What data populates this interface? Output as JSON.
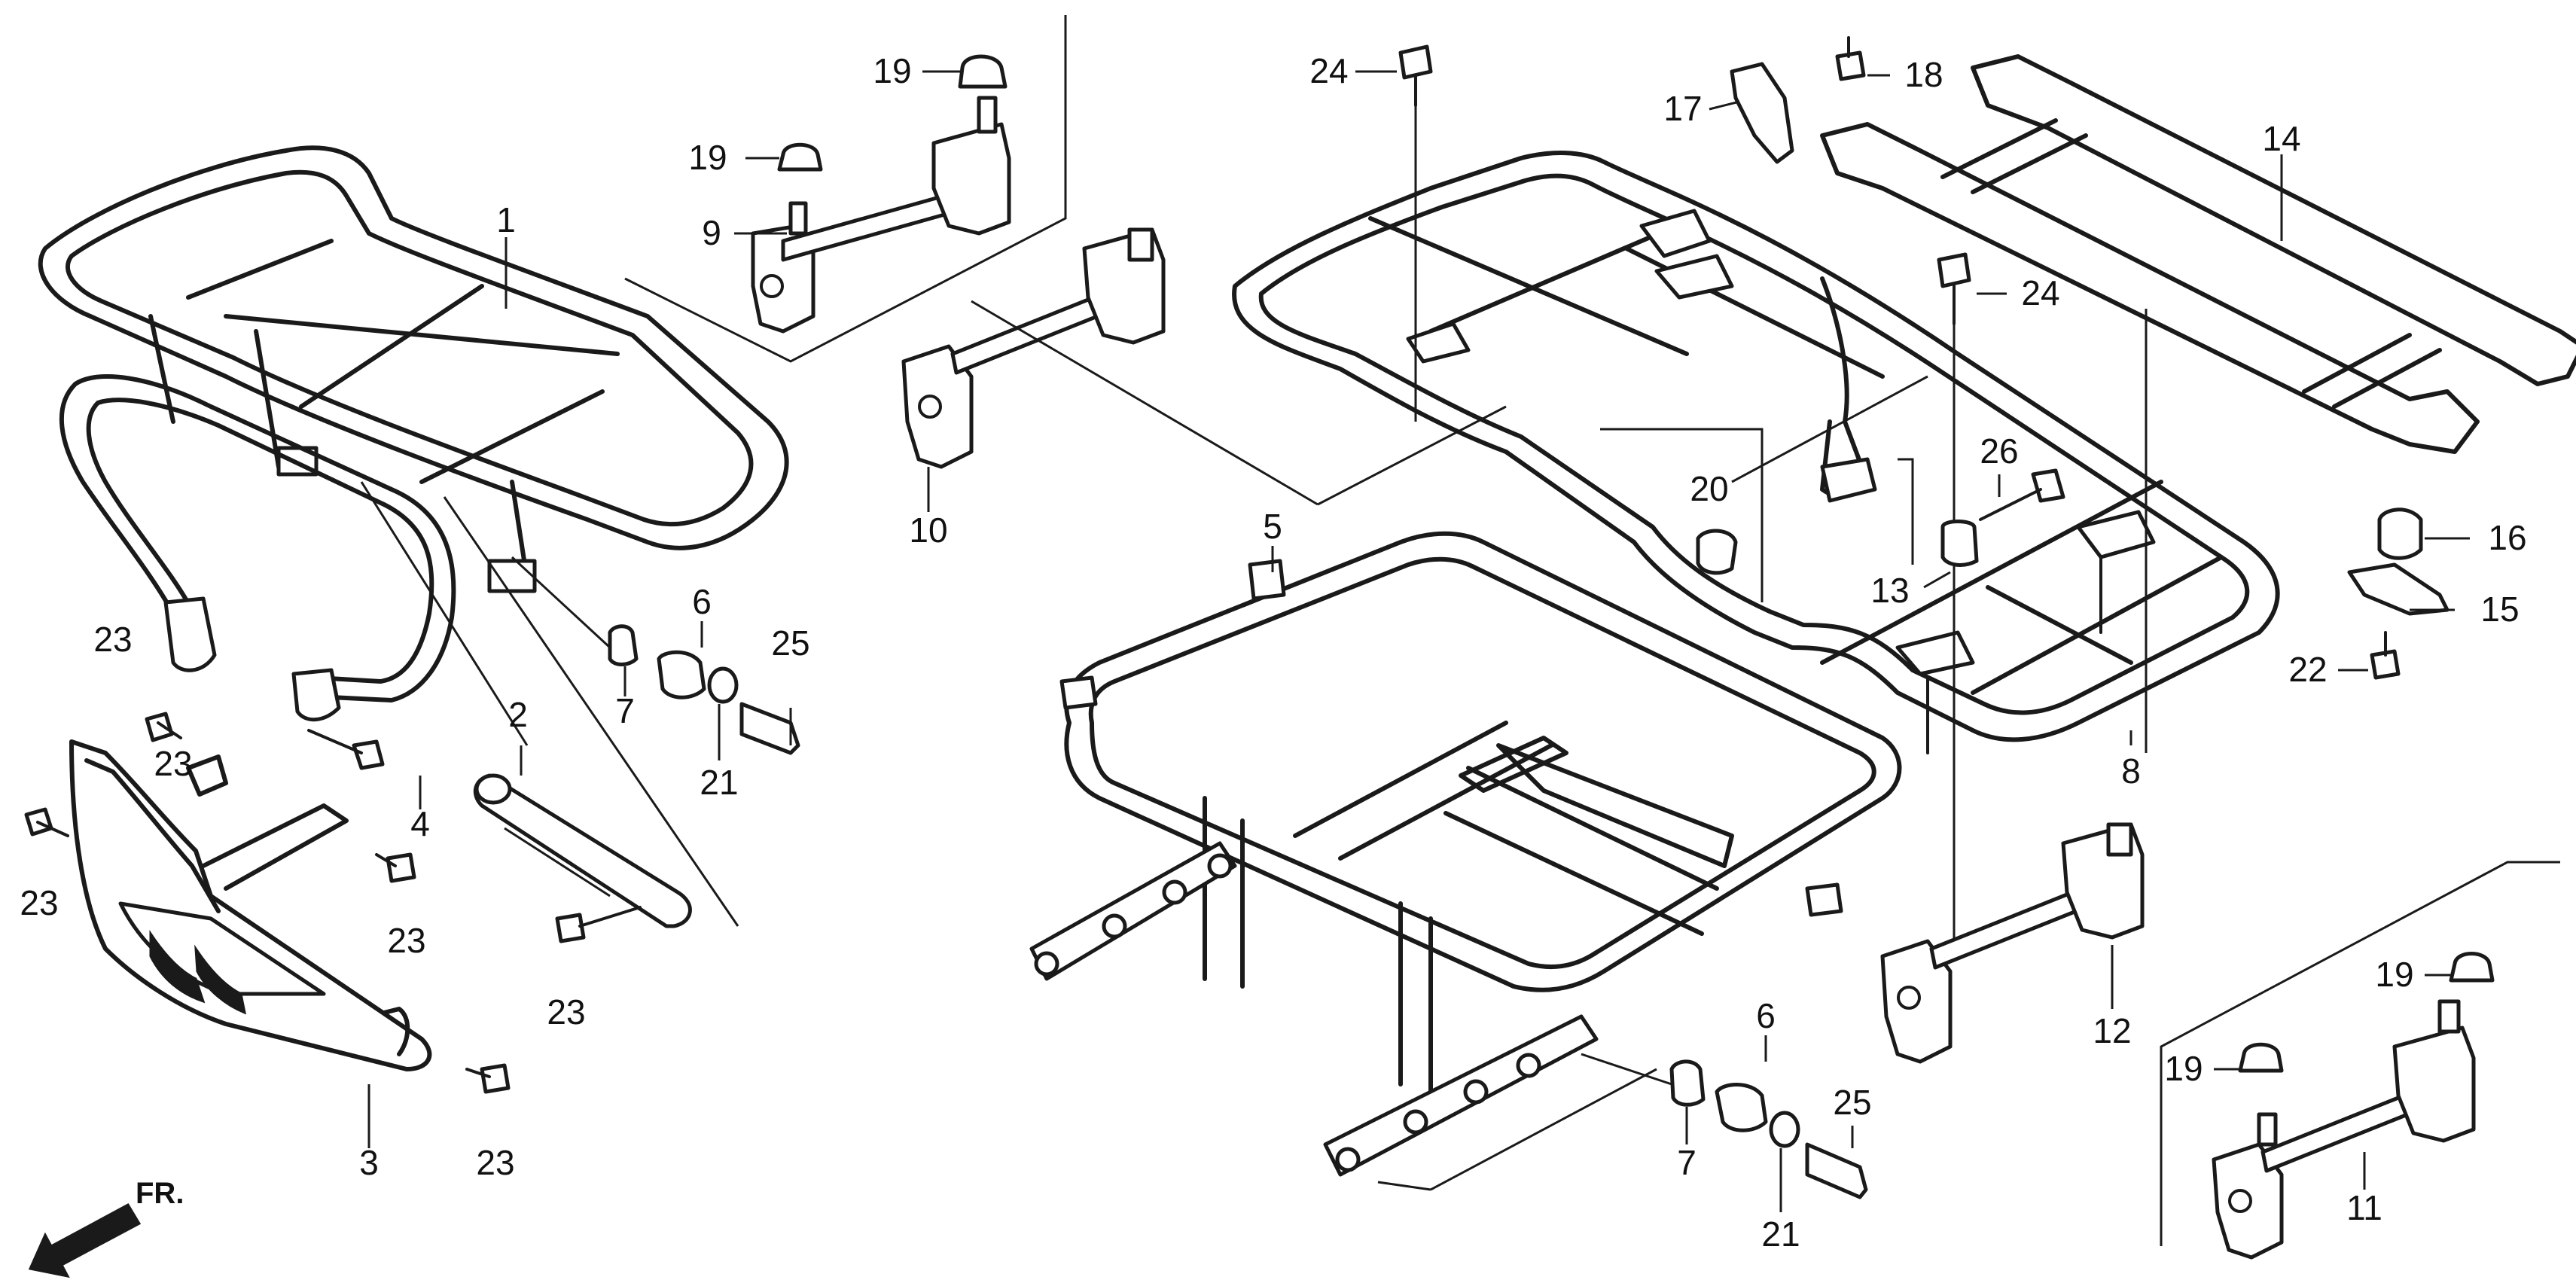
{
  "callouts": [
    "1",
    "2",
    "3",
    "4",
    "5",
    "6",
    "6",
    "7",
    "7",
    "8",
    "9",
    "10",
    "11",
    "12",
    "13",
    "14",
    "15",
    "16",
    "17",
    "18",
    "19",
    "19",
    "19",
    "19",
    "20",
    "21",
    "21",
    "22",
    "23",
    "23",
    "23",
    "23",
    "23",
    "23",
    "24",
    "24",
    "25",
    "25",
    "26"
  ],
  "direction_label": "FR.",
  "colors": {
    "ink": "#1a1a1a",
    "background": "#ffffff"
  }
}
